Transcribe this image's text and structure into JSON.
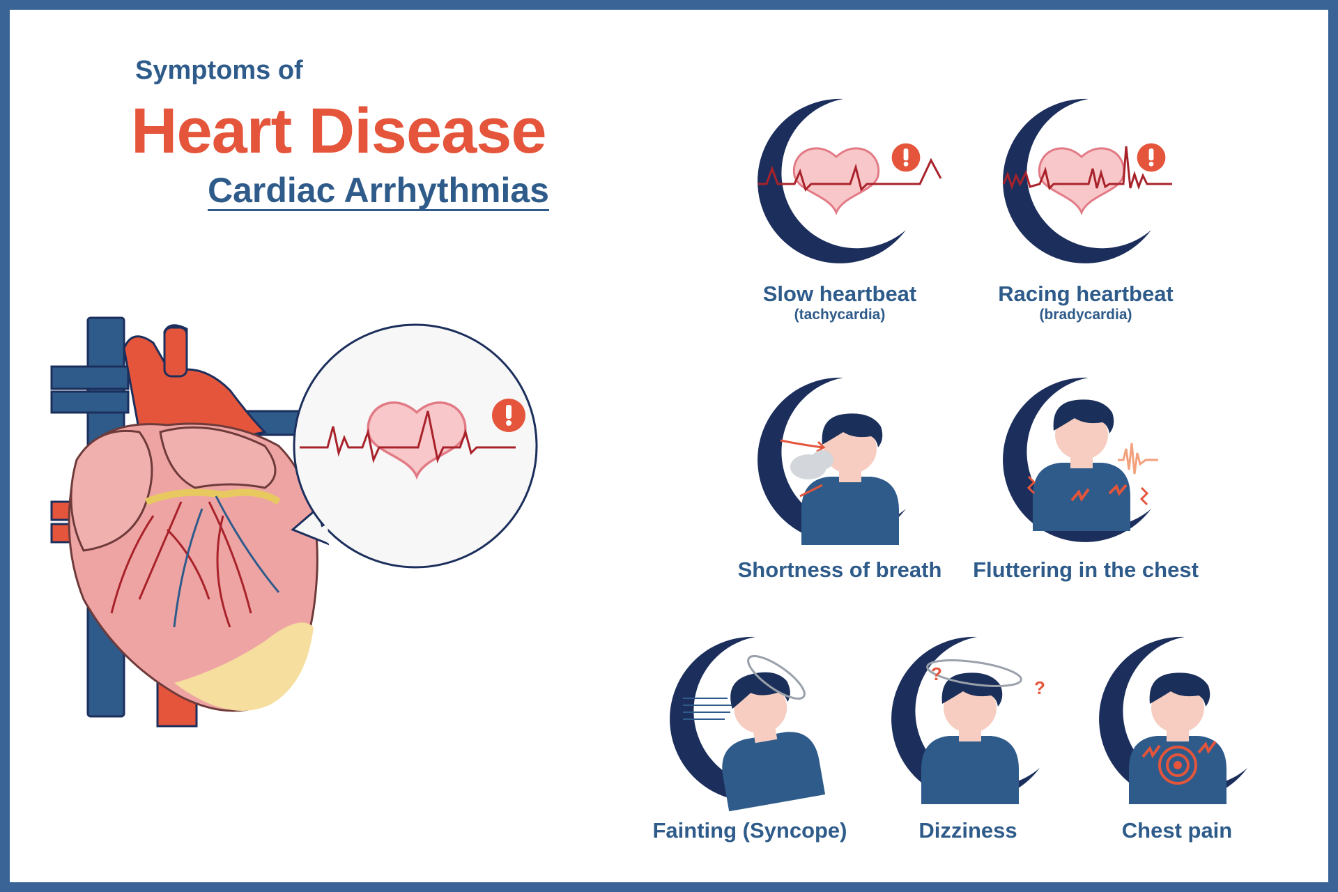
{
  "header": {
    "prefix": "Symptoms of",
    "title": "Heart Disease",
    "subtitle": "Cardiac Arrhythmias"
  },
  "symptoms": [
    {
      "label": "Slow heartbeat",
      "note": "(tachycardia)",
      "icon": "heart-ecg-icon"
    },
    {
      "label": "Racing heartbeat",
      "note": "(bradycardia)",
      "icon": "heart-ecg-fast-icon"
    },
    {
      "label": "Shortness of breath",
      "icon": "breathing-person-icon"
    },
    {
      "label": "Fluttering in the chest",
      "icon": "chest-flutter-person-icon"
    },
    {
      "label": "Fainting (Syncope)",
      "icon": "fainting-person-icon"
    },
    {
      "label": "Dizziness",
      "icon": "dizzy-person-icon"
    },
    {
      "label": "Chest pain",
      "icon": "chest-pain-person-icon"
    }
  ],
  "colors": {
    "navy": "#2e5b8a",
    "dark_navy": "#1c2f5c",
    "accent_red": "#e4553b",
    "heart_pink": "#f8c7c9",
    "ecg_red": "#a8222a",
    "skin": "#f6cdc0",
    "hair": "#1a2f5a",
    "frame": "#3a6496"
  }
}
